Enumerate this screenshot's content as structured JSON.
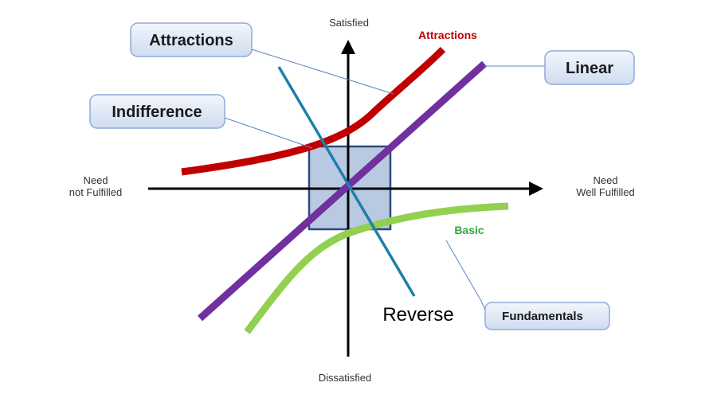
{
  "axes": {
    "top": "Satisfied",
    "bottom": "Dissatisfied",
    "left_line1": "Need",
    "left_line2": "not Fulfilled",
    "right_line1": "Need",
    "right_line2": "Well Fulfilled"
  },
  "curve_labels": {
    "attractions": "Attractions",
    "basic": "Basic",
    "reverse": "Reverse"
  },
  "callouts": {
    "attractions": "Attractions",
    "linear": "Linear",
    "indifference": "Indifference",
    "fundamentals": "Fundamentals"
  },
  "colors": {
    "attractions": "#c00000",
    "linear": "#7030a0",
    "basic": "#92d050",
    "reverse": "#1f7fab",
    "indifference_fill": "#b8c9e1",
    "indifference_stroke": "#2e4a7a",
    "callout_fill": "#dce6f5",
    "callout_stroke": "#8faadc",
    "basic_label": "#2eaa3a"
  }
}
